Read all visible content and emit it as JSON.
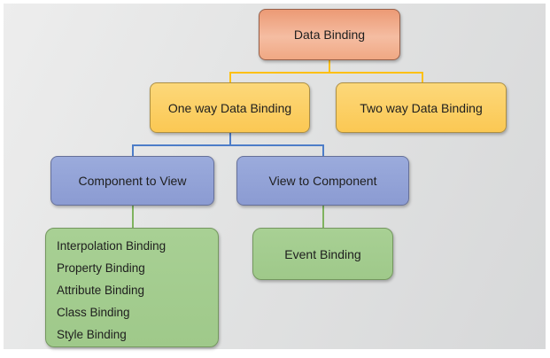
{
  "diagram": {
    "nodes": {
      "root": {
        "label": "Data Binding"
      },
      "one_way": {
        "label": "One way Data Binding"
      },
      "two_way": {
        "label": "Two way Data Binding"
      },
      "component_to_view": {
        "label": "Component to View"
      },
      "view_to_component": {
        "label": "View to Component"
      },
      "component_to_view_bindings": {
        "items": [
          "Interpolation Binding",
          "Property Binding",
          "Attribute Binding",
          "Class Binding",
          "Style Binding"
        ]
      },
      "event_binding": {
        "label": "Event Binding"
      }
    }
  },
  "colors": {
    "root_fill_top": "#ec9a75",
    "root_fill_mid": "#f5bda2",
    "root_fill_bottom": "#f0a883",
    "root_border": "#96604a",
    "level2_fill_top": "#fcd87a",
    "level2_fill_bottom": "#fbc853",
    "level2_border": "#ac8f45",
    "level3_fill_top": "#9babdc",
    "level3_fill_bottom": "#8b9bd2",
    "level3_border": "#667099",
    "level4_fill_top": "#a8d094",
    "level4_fill_bottom": "#9fc98a",
    "level4_border": "#74975f",
    "connector_yellow": "#fdc011",
    "connector_blue": "#4d7dc8",
    "connector_green": "#7fb35f"
  }
}
